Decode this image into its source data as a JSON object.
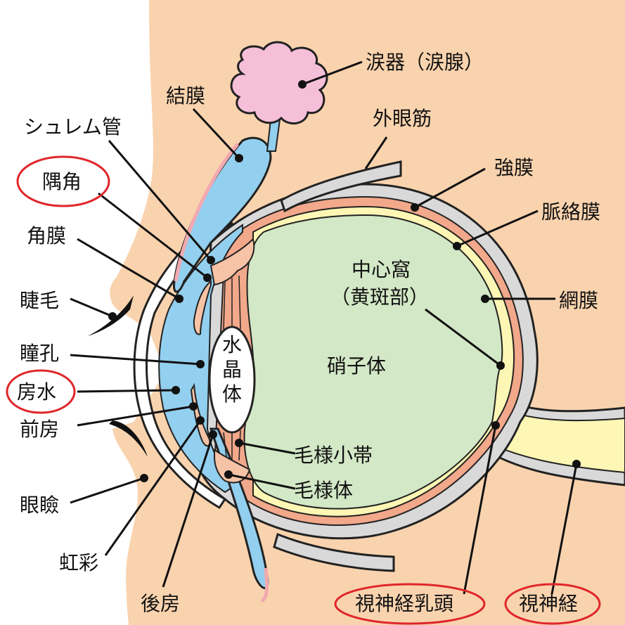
{
  "colors": {
    "skin": "#f9d3ae",
    "eye_outline": "#222222",
    "sclera": "#d9d9da",
    "choroid": "#f2a88a",
    "retina": "#fdf6b4",
    "vitreous": "#d3e8c6",
    "aqueous": "#93cfee",
    "lacrimal": "#f6bfd9",
    "ciliary": "#f7c3a6",
    "eyelid_rim": "#f2a9b0",
    "highlight_circle": "#e0262a"
  },
  "labels": {
    "lacrimal_gland": "涙器（涙腺）",
    "conjunctiva": "結膜",
    "extraocular_muscle": "外眼筋",
    "schlemm_canal": "シュレム管",
    "angle": "隅角",
    "sclera": "強膜",
    "choroid": "脈絡膜",
    "cornea": "角膜",
    "fovea_line1": "中心窩",
    "fovea_line2": "（黄斑部）",
    "retina": "網膜",
    "eyelash": "睫毛",
    "pupil": "瞳孔",
    "lens": "水晶体",
    "vitreous": "硝子体",
    "aqueous": "房水",
    "anterior_chamber": "前房",
    "zonule": "毛様小帯",
    "ciliary_body": "毛様体",
    "eyelid": "眼瞼",
    "iris": "虹彩",
    "posterior_chamber": "後房",
    "optic_disc": "視神経乳頭",
    "optic_nerve": "視神経"
  }
}
